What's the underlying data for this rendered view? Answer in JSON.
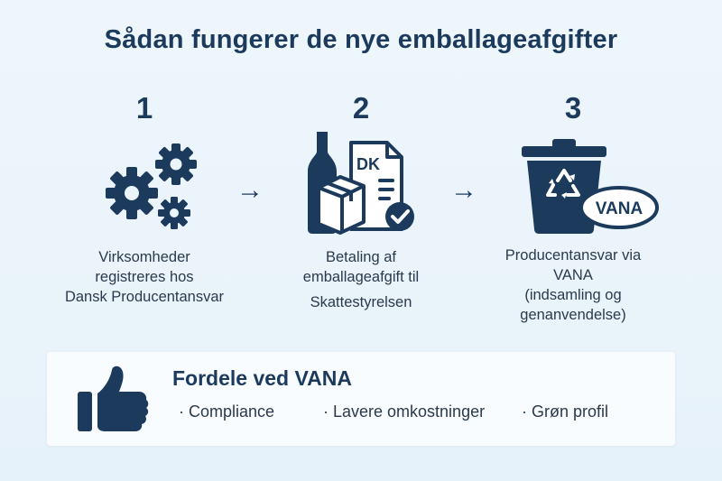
{
  "title": "Sådan fungerer de nye emballageafgifter",
  "steps": [
    {
      "number": "1",
      "caption_lines": [
        "Virksomheder",
        "registreres hos",
        "Dansk Producentansvar"
      ],
      "icon": "gears-icon"
    },
    {
      "number": "2",
      "caption_lines": [
        "Betaling af",
        "emballageafgift til",
        "Skattestyrelsen"
      ],
      "icon": "packaging-fee-icon",
      "doc_label": "DK"
    },
    {
      "number": "3",
      "caption_lines": [
        "Producentansvar via",
        "VANA",
        "(indsamling og",
        "genanvendelse)"
      ],
      "icon": "recycling-bin-icon",
      "badge_label": "VANA"
    }
  ],
  "arrows": [
    "→",
    "→"
  ],
  "benefits": {
    "heading": "Fordele ved VANA",
    "items": [
      "· Compliance",
      "· Lavere omkostninger",
      "· Grøn profil"
    ],
    "icon": "thumbs-up-icon"
  },
  "colors": {
    "primary": "#1b3a5c",
    "background": "#eaf4fa",
    "panel": "#f9fcfe"
  }
}
